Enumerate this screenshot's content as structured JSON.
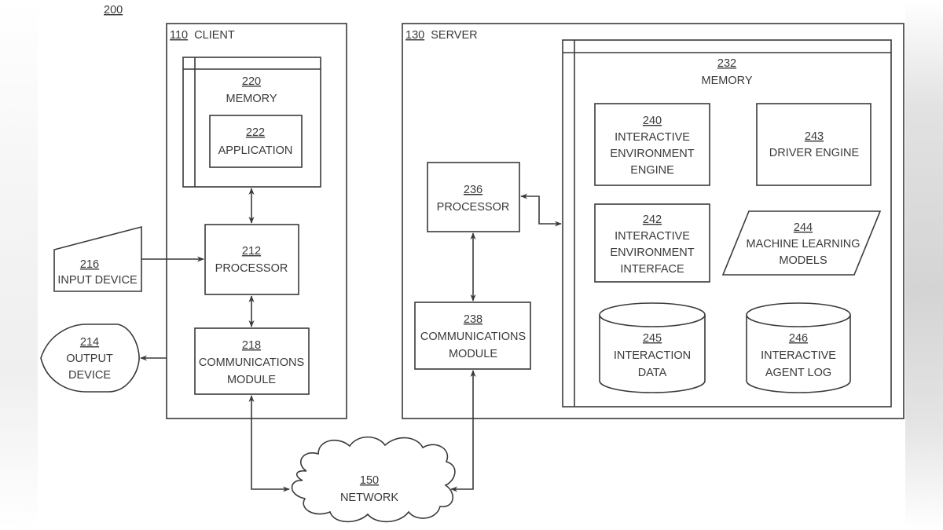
{
  "figure": {
    "number": "200"
  },
  "client": {
    "ref": "110",
    "label": "CLIENT",
    "memory": {
      "ref": "220",
      "label": "MEMORY"
    },
    "application": {
      "ref": "222",
      "label": "APPLICATION"
    },
    "processor": {
      "ref": "212",
      "label": "PROCESSOR"
    },
    "communications_module": {
      "ref": "218",
      "lines": [
        "COMMUNICATIONS",
        "MODULE"
      ]
    },
    "input_device": {
      "ref": "216",
      "label": "INPUT DEVICE"
    },
    "output_device": {
      "ref": "214",
      "lines": [
        "OUTPUT",
        "DEVICE"
      ]
    }
  },
  "server": {
    "ref": "130",
    "label": "SERVER",
    "processor": {
      "ref": "236",
      "label": "PROCESSOR"
    },
    "communications_module": {
      "ref": "238",
      "lines": [
        "COMMUNICATIONS",
        "MODULE"
      ]
    },
    "memory": {
      "ref": "232",
      "label": "MEMORY",
      "interactive_environment_engine": {
        "ref": "240",
        "lines": [
          "INTERACTIVE",
          "ENVIRONMENT",
          "ENGINE"
        ]
      },
      "driver_engine": {
        "ref": "243",
        "label": "DRIVER ENGINE"
      },
      "interactive_environment_interface": {
        "ref": "242",
        "lines": [
          "INTERACTIVE",
          "ENVIRONMENT",
          "INTERFACE"
        ]
      },
      "machine_learning_models": {
        "ref": "244",
        "lines": [
          "MACHINE LEARNING",
          "MODELS"
        ]
      },
      "interaction_data": {
        "ref": "245",
        "lines": [
          "INTERACTION",
          "DATA"
        ]
      },
      "interactive_agent_log": {
        "ref": "246",
        "lines": [
          "INTERACTIVE",
          "AGENT LOG"
        ]
      }
    }
  },
  "network": {
    "ref": "150",
    "label": "NETWORK"
  }
}
